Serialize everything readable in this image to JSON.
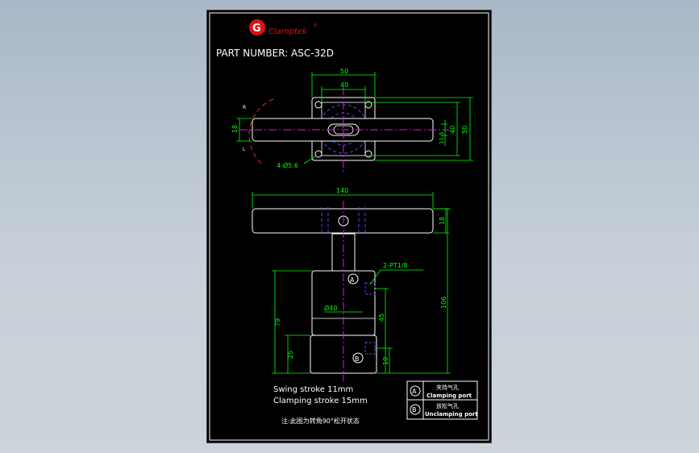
{
  "brand": {
    "logo_letter": "G",
    "name": "Clamptek",
    "registered": "®"
  },
  "part_number": {
    "label": "PART NUMBER:",
    "value": "ASC-32D"
  },
  "top_view": {
    "dims": {
      "overall_width": "50",
      "inner_width": "40",
      "arm_height": "18",
      "body_height_outer": "50",
      "body_height_inner": "40",
      "slot": "11.5",
      "holes": "4-Ø5.6"
    },
    "swing_marks": {
      "right": "R",
      "left": "L"
    }
  },
  "front_view": {
    "dims": {
      "arm_length": "140",
      "arm_thickness": "18",
      "total_height": "106",
      "body_height": "79",
      "base_height": "25",
      "port_a_height": "45",
      "port_b_height": "10",
      "body_dia": "Ø40"
    },
    "port_note": "2-PT1/8",
    "port_a_mark": "A",
    "port_b_mark": "B"
  },
  "specs": {
    "swing": "Swing stroke 11mm",
    "clamping": "Clamping stroke 15mm"
  },
  "legend": {
    "rows": [
      {
        "mark": "A",
        "cn": "夹持气孔",
        "en": "Clamping port"
      },
      {
        "mark": "B",
        "cn": "放松气孔",
        "en": "Unclamping port"
      }
    ]
  },
  "note": "注:此图为转角90°松开状态",
  "colors": {
    "outline": "#ffffff",
    "dimension": "#00ff00",
    "center": "#ff00ff",
    "hidden": "#4a4aff",
    "label": "#ffffff",
    "swing_arc": "#ff2020",
    "logo": "#e01010"
  }
}
